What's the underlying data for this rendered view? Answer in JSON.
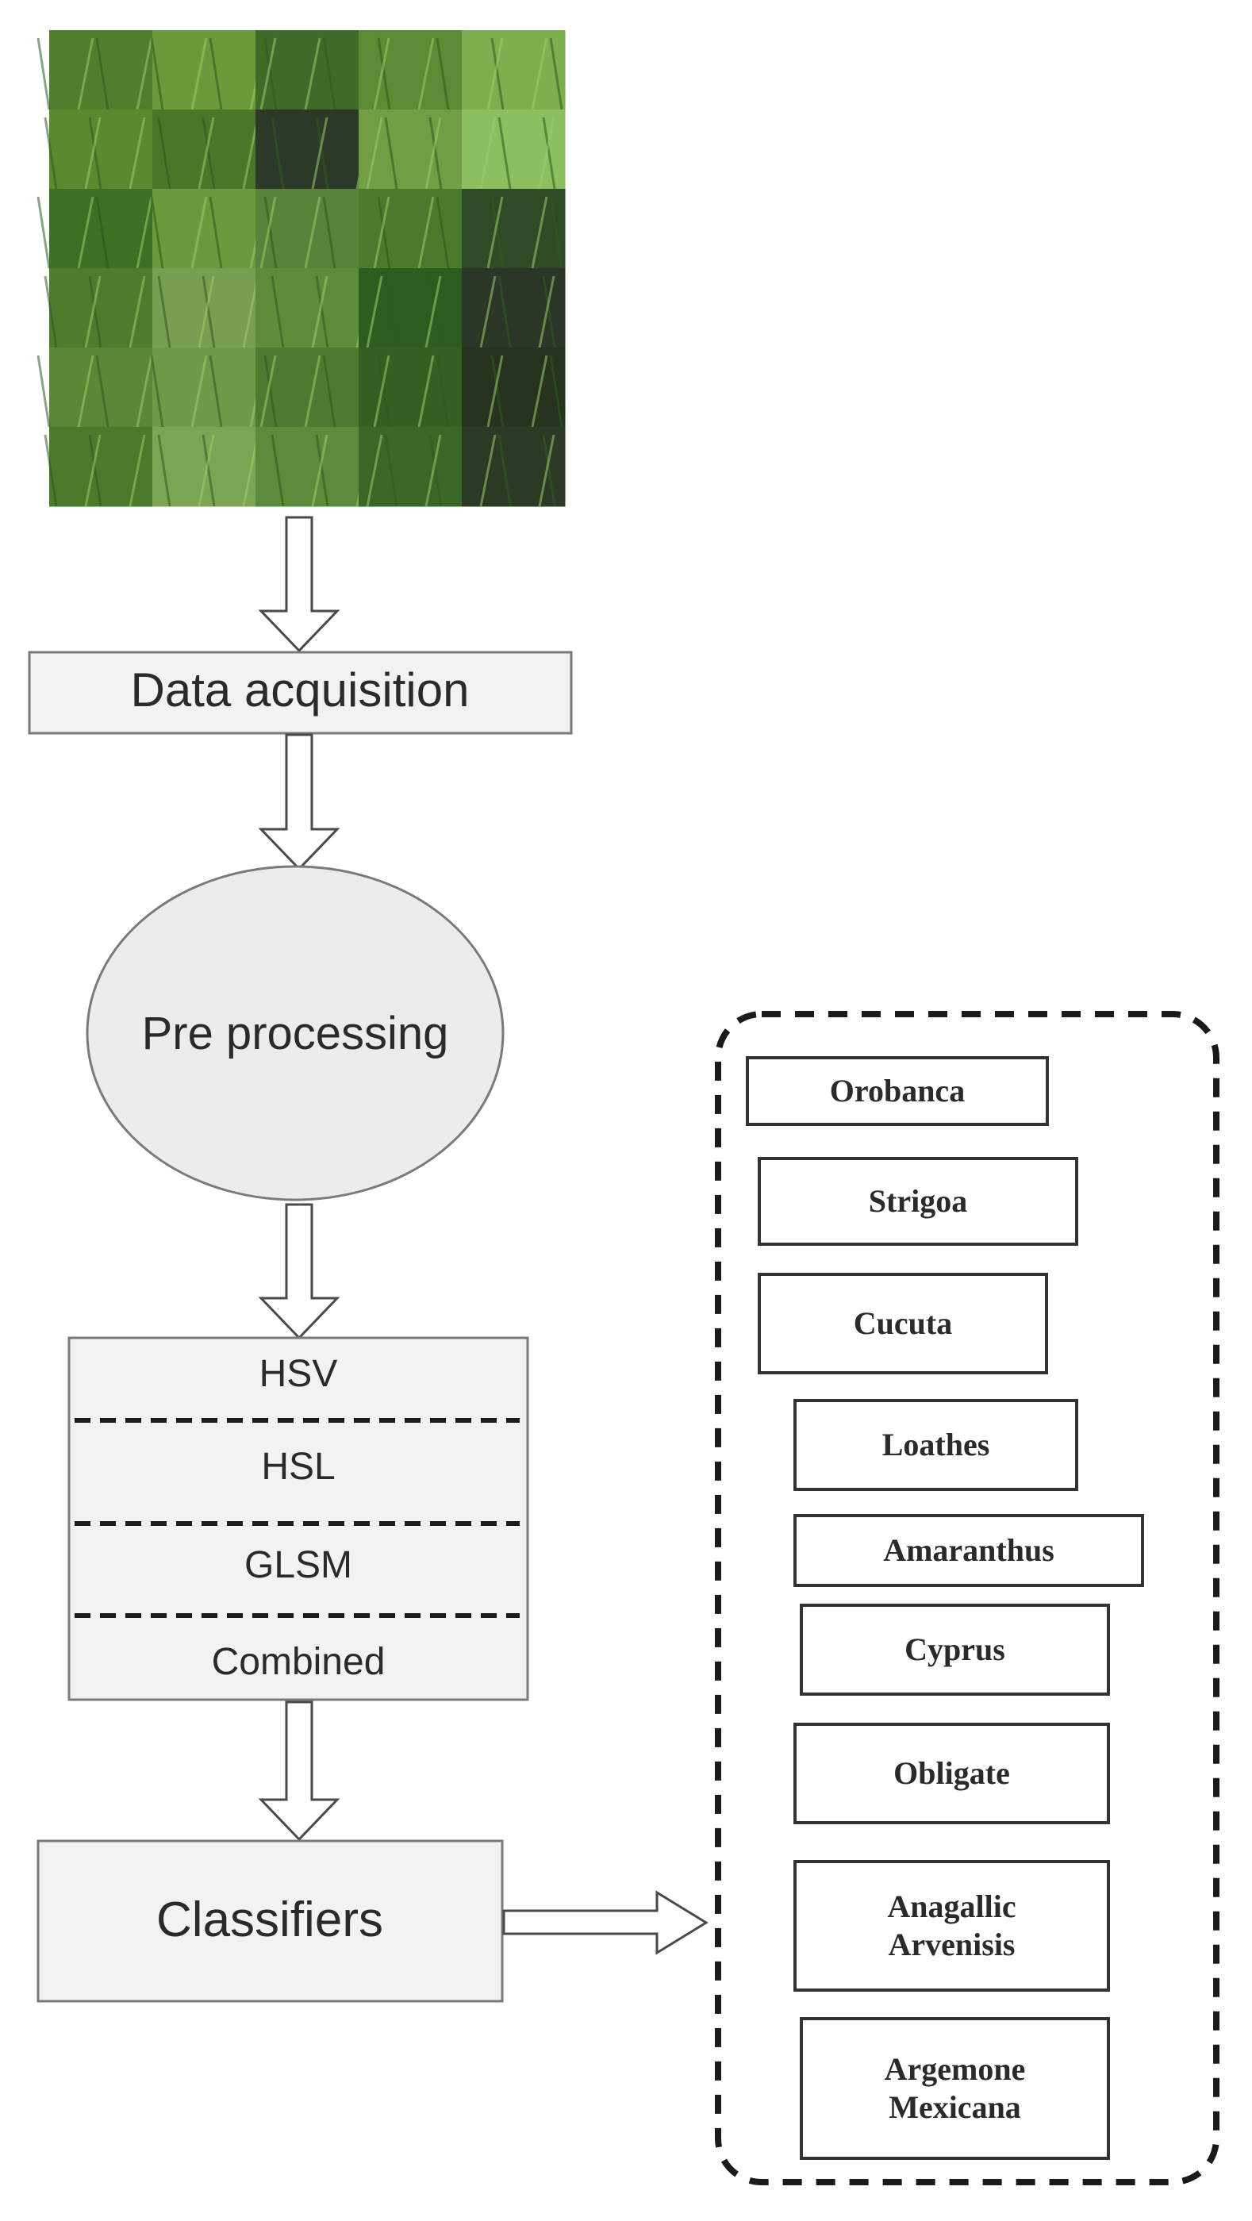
{
  "image_grid": {
    "rows": 6,
    "cols": 5,
    "tiles": [
      "#4f7f2c",
      "#6c9a3a",
      "#3e6b27",
      "#5d8a34",
      "#7fae4f",
      "#5a8a30",
      "#4a7628",
      "#2b3a28",
      "#6f9e45",
      "#8cbf5f",
      "#3f6e25",
      "#6a9a3c",
      "#56843a",
      "#4b7a2c",
      "#2f4a26",
      "#4e7c2d",
      "#789f50",
      "#5f8c38",
      "#2e5c20",
      "#2a3626",
      "#5b8736",
      "#6e9a47",
      "#4d7a31",
      "#355f22",
      "#26331f",
      "#4a7a2a",
      "#7aa653",
      "#5e8a3b",
      "#3a6627",
      "#2b3a24"
    ]
  },
  "steps": {
    "data_acquisition": "Data acquisition",
    "pre_processing": "Pre processing",
    "features": [
      "HSV",
      "HSL",
      "GLSM",
      "Combined"
    ],
    "classifiers": "Classifiers"
  },
  "outputs": {
    "items": [
      "Orobanca",
      "Strigoa",
      "Cucuta",
      "Loathes",
      "Amaranthus",
      "Cyprus",
      "Obligate",
      "Anagallic\nArvenisis",
      "Argemone\nMexicana"
    ]
  },
  "colors": {
    "box_fill": "#f2f2f2",
    "box_stroke": "#7a7a7a",
    "ellipse_fill": "#ececec",
    "text": "#2a2a2a",
    "arrow_fill": "#ffffff",
    "arrow_stroke": "#4a4a4a",
    "dashed": "#1a1a1a"
  }
}
